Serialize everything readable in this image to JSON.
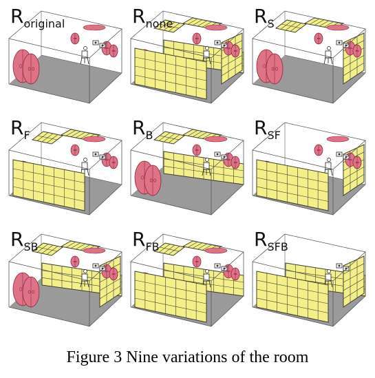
{
  "figure": {
    "caption": "Figure 3 Nine variations of the room",
    "colors": {
      "panel_fill": "#f3f08a",
      "panel_grid": "#3c3c30",
      "speaker_fill": "#de7388",
      "speaker_edge": "#8b2a3e",
      "floor": "#9a9a9a",
      "frame": "#555555"
    },
    "panels": [
      {
        "main": "R",
        "sub": "original",
        "side": false,
        "front": false,
        "back": false,
        "ceiling": false,
        "speakers": true
      },
      {
        "main": "R",
        "sub": "none",
        "side": true,
        "front": true,
        "back": true,
        "ceiling": true,
        "speakers": true
      },
      {
        "main": "R",
        "sub": "S",
        "side": true,
        "front": false,
        "back": false,
        "ceiling": true,
        "speakers": true
      },
      {
        "main": "R",
        "sub": "F",
        "side": false,
        "front": true,
        "back": false,
        "ceiling": true,
        "speakers": true
      },
      {
        "main": "R",
        "sub": "B",
        "side": false,
        "front": false,
        "back": true,
        "ceiling": true,
        "speakers": true
      },
      {
        "main": "R",
        "sub": "SF",
        "side": true,
        "front": true,
        "back": false,
        "ceiling": false,
        "speakers": true
      },
      {
        "main": "R",
        "sub": "SB",
        "side": true,
        "front": false,
        "back": true,
        "ceiling": true,
        "speakers": true
      },
      {
        "main": "R",
        "sub": "FB",
        "side": false,
        "front": true,
        "back": true,
        "ceiling": true,
        "speakers": true
      },
      {
        "main": "R",
        "sub": "SFB",
        "side": true,
        "front": true,
        "back": true,
        "ceiling": false,
        "speakers": false
      }
    ]
  }
}
